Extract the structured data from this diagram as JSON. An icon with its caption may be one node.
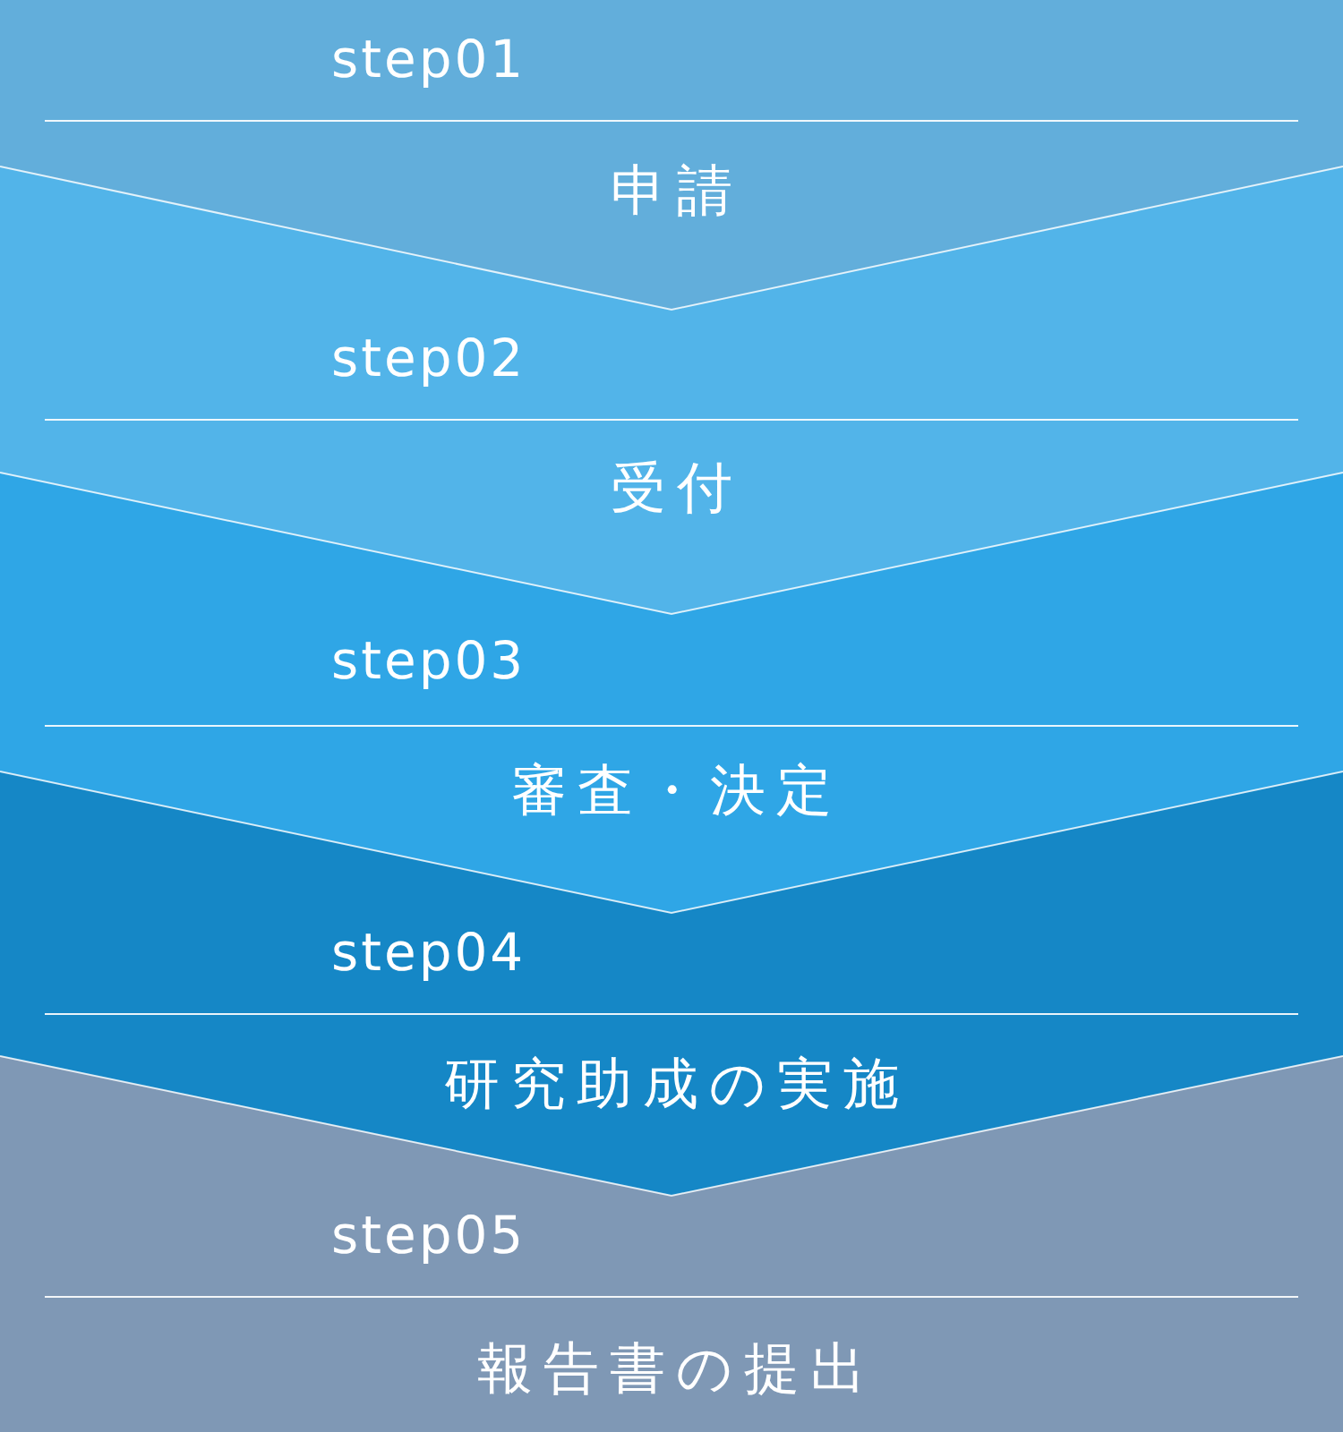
{
  "diagram": {
    "nodes": [
      {
        "text": [
          "step01",
          "申請"
        ]
      },
      {
        "text": [
          "step02",
          "受付"
        ]
      },
      {
        "text": [
          "step03",
          "審査・決定"
        ]
      },
      {
        "text": [
          "step04",
          "研究助成の実施"
        ]
      },
      {
        "text": [
          "step05",
          "報告書の提出"
        ]
      }
    ]
  }
}
